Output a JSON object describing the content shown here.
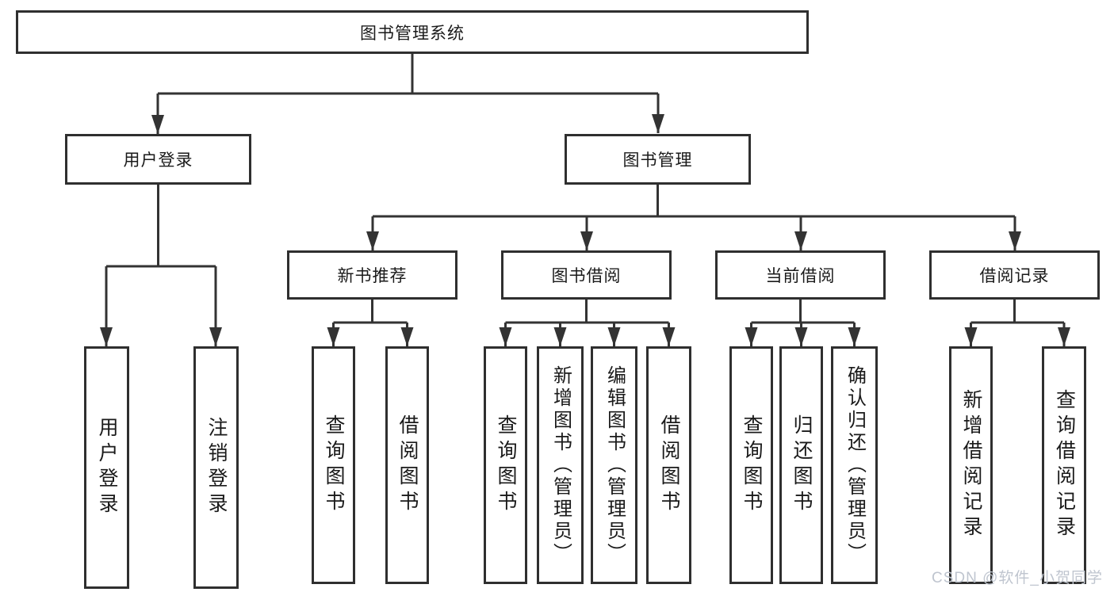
{
  "diagram": {
    "root": {
      "label": "图书管理系统"
    },
    "branches": [
      {
        "label": "用户登录",
        "children": [
          {
            "label": "用户登录"
          },
          {
            "label": "注销登录"
          }
        ]
      },
      {
        "label": "图书管理",
        "children": [
          {
            "label": "新书推荐",
            "children": [
              {
                "label": "查询图书"
              },
              {
                "label": "借阅图书"
              }
            ]
          },
          {
            "label": "图书借阅",
            "children": [
              {
                "label": "查询图书"
              },
              {
                "label": "新增图书（管理员）"
              },
              {
                "label": "编辑图书（管理员）"
              },
              {
                "label": "借阅图书"
              }
            ]
          },
          {
            "label": "当前借阅",
            "children": [
              {
                "label": "查询图书"
              },
              {
                "label": "归还图书"
              },
              {
                "label": "确认归还（管理员）"
              }
            ]
          },
          {
            "label": "借阅记录",
            "children": [
              {
                "label": "新增借阅记录"
              },
              {
                "label": "查询借阅记录"
              }
            ]
          }
        ]
      }
    ]
  },
  "watermark": {
    "text": "CSDN @软件_小贺同学"
  },
  "colors": {
    "line": "#333333",
    "box_border": "#2f2f2f",
    "text": "#1a1a1a",
    "watermark": "#bfc5cf",
    "background": "#ffffff"
  }
}
